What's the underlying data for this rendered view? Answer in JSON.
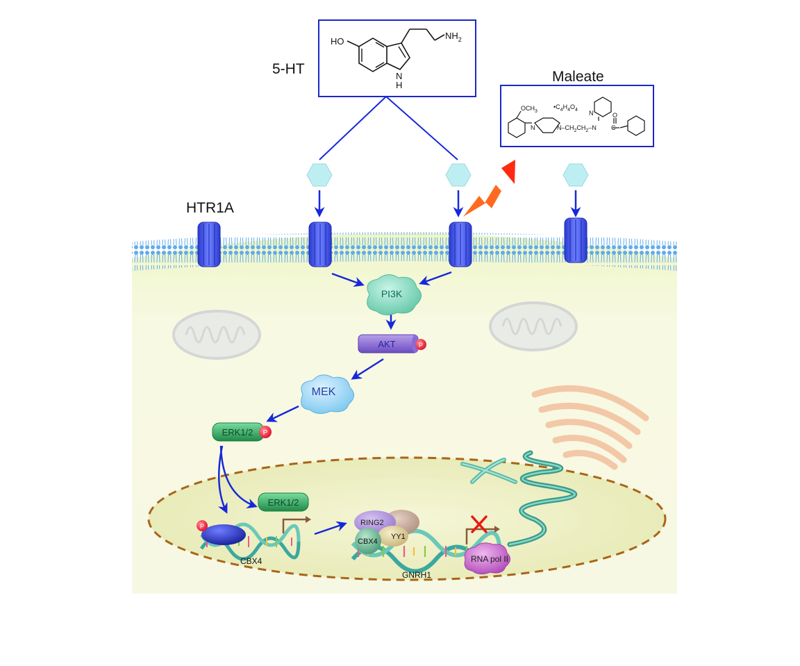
{
  "labels": {
    "serotonin": "5-HT",
    "agonist": "Maleate",
    "receptor": "HTR1A",
    "pi3k": "PI3K",
    "akt": "AKT",
    "mek": "MEK",
    "erk_cyto": "ERK1/2",
    "erk_nuc": "ERK1/2",
    "phospho": "P",
    "cbx4_gene": "CBX4",
    "ring2": "RING2",
    "cbx4_complex": "CBX4",
    "yy1": "YY1",
    "rna_pol": "RNA pol II",
    "gnrh1": "GNRH1"
  },
  "structure_5ht": {
    "ho": "HO",
    "nh2": "NH",
    "nh2_sub": "2",
    "nh_ring": "N",
    "h_ring": "H"
  },
  "structure_maleate": {
    "och3": "OCH",
    "och3_sub": "3",
    "salt": "•C",
    "salt_a": "4",
    "salt_b": "H",
    "salt_c": "4",
    "salt_d": "O",
    "salt_e": "4",
    "n_py": "N",
    "chain": "N–CH",
    "chain_a": "2",
    "chain_b": "CH",
    "chain_c": "2",
    "chain_d": "–N",
    "n_pip1": "N",
    "carbonyl_o": "O",
    "carbonyl_c": "C"
  },
  "colors": {
    "receptor": "#3d4fe0",
    "arrow": "#1728d8",
    "membrane_head": "#5aa8e8",
    "cytoplasm": "#f6f8d8",
    "nucleus": "#eef0c0",
    "nucleus_border": "#a86418",
    "ligand": "#bdeff2",
    "lightning": "#ff4a10",
    "block_x": "#e81a10"
  }
}
